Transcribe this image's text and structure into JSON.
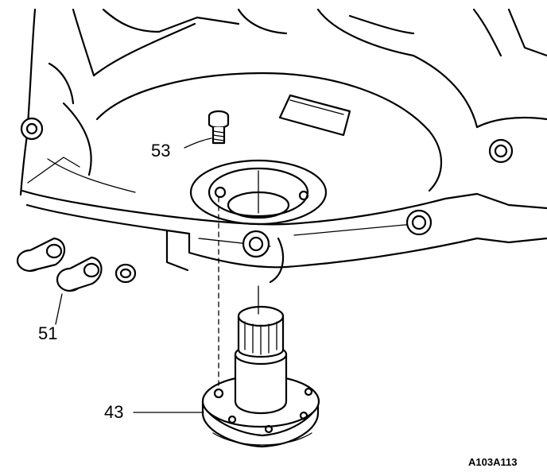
{
  "callouts": {
    "bolt": "53",
    "seal": "51",
    "shaft": "43"
  },
  "figure_id": "A103A113",
  "colors": {
    "line": "#000000",
    "background": "#ffffff"
  }
}
